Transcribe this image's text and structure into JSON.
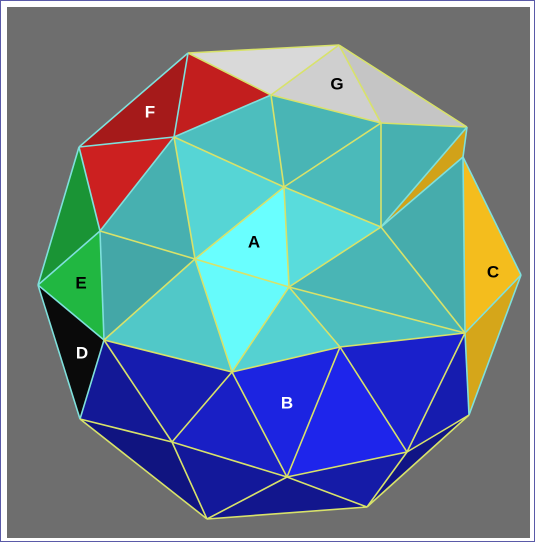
{
  "figure": {
    "background": "#6e6e6e",
    "regions": [
      {
        "label": "A",
        "color": "#5ee8e8",
        "text_color": "#000000"
      },
      {
        "label": "B",
        "color": "#1b22d6",
        "text_color": "#ffffff"
      },
      {
        "label": "C",
        "color": "#e8b41c",
        "text_color": "#000000"
      },
      {
        "label": "D",
        "color": "#0a0a0a",
        "text_color": "#ffffff"
      },
      {
        "label": "E",
        "color": "#1fae3e",
        "text_color": "#000000"
      },
      {
        "label": "F",
        "color": "#c21e1e",
        "text_color": "#ffffff"
      },
      {
        "label": "G",
        "color": "#cfcfcf",
        "text_color": "#000000"
      }
    ]
  }
}
